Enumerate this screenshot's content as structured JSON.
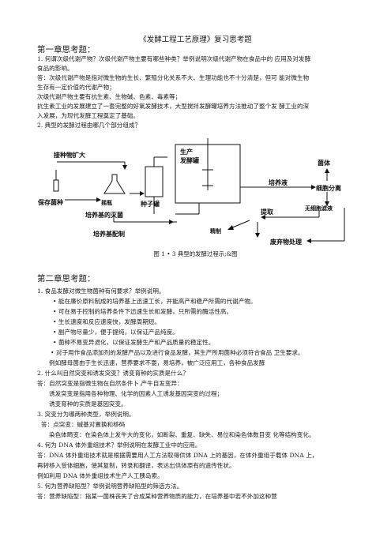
{
  "doc": {
    "title": "《发酵工程工艺原理》复习思考题",
    "ch1": {
      "heading": "第一章思考题：",
      "q1a": "1. 何谓次级代谢产物？次级代谢产物主要有哪些种类？举例说明次级代谢产物在食品中的  应用及对发酵",
      "q1b": "食品的影响。",
      "a1a": "答：次级代谢产物是指对微生物的生长、繁殖分化关系不大、生理功能也不十分清楚，但可  能对微生物",
      "a1b": "生存有一定价值的代谢产物；",
      "a1c": "次级代谢产物主要有抗生素、生物碱、色素、毒素等；",
      "a1d": "抗生素工业的发展建立了一套完整的好氧发酵技术，大型搅拌发酵罐培养方法推动了整个发  酵工业的深",
      "a1e": "入发展，为现代发酵工程奠定了基础。",
      "q2": "2.  典型的发酵过程由哪几个部分组成？"
    },
    "diagram": {
      "seed_expand": "接种物扩大",
      "preserve": "保存菌种",
      "shake_flask": "摇瓶",
      "seed_tank": "种子罐",
      "production": "生产",
      "fermenter": "发酵罐",
      "culture": "培养液",
      "cells": "菌体",
      "separation": "细胞分离",
      "cell_free": "无细胞滤液",
      "medium_sterilize": "培养基的灭菌",
      "medium_prep": "培养基配制",
      "extract": "提取",
      "refine": "精制",
      "waste": "废弃物处理"
    },
    "caption": "图 1 • 3 典型的发酵过程示;&图",
    "ch2": {
      "heading": "第二章思考题：",
      "q1": "1.   食品发酵对微生物菌种有何要求？举例说明。",
      "b1": "• 能在廉价原料制成的培养基上迅速工长，并能高产和稳产所需的代谢产物。",
      "b2": "• 可在易于控制的培养条件下迅速生长和发酵，只所需的酶活性高。",
      "b3": "• 生长速度和反应速度快，发酵周期短。",
      "b4": "• 副产物尽量少，便于提纯，以保证产品纯度。",
      "b5": "• 菌种不易变异退化，以保证发酵生产和产品质量的稳定性。",
      "b6": "• 对于用作食品添加剂的发酵产品以及进行食品发酵，其生产所用菌种必须符合食品  卫生要求。",
      "ex": "例如酵母菌由于生长迅速，营养要求不耍，易培养，被广泛应用工，各种食品发酵",
      "q2": "2.  什么叫自然突变和诱发突变？诱变育种的实质是什么？",
      "a2a": "答：自然突变是指微生物在自然条件卜.产牛自发变异：",
      "a2b": "诱发突变是指用各种物理、化学的因素人工诱发基因突变的过程；",
      "a2c": "诱变育种的实质是基因突变。",
      "q3": "3.  突变分为哪两种类型，举例说明。",
      "a3a": "答：点突变：碱基对置换和移码",
      "a3b": "染色体畸变：在染色体上发牛大的变化，如断裂、重复、缺失、易位和染色体数目变  化等结构变化。",
      "q4": "4.  何为 DNA 体外重组技术？举例说明在发酵工业中的应用。",
      "a4a": "答：DNA 体外重组技术就是根据需要用人工方法取得供体 DNA 上的基因，在体外重组于载体  DNA 上，",
      "a4b": "再转移入受体细胞，使其复制，转录和翻译，表达出供体原有的遗传性状。",
      "a4c": "例如利用 DNA 体外重组技术生产人工胰岛索。",
      "q5": "5. 何为营养缺陷型？举例说明营养缺陷型的筛选方法。",
      "a5a": "答：营养缺陷型：指某一菌株丧失了合成某种营养物质的能力，在培养基中若不外加这种营"
    }
  }
}
